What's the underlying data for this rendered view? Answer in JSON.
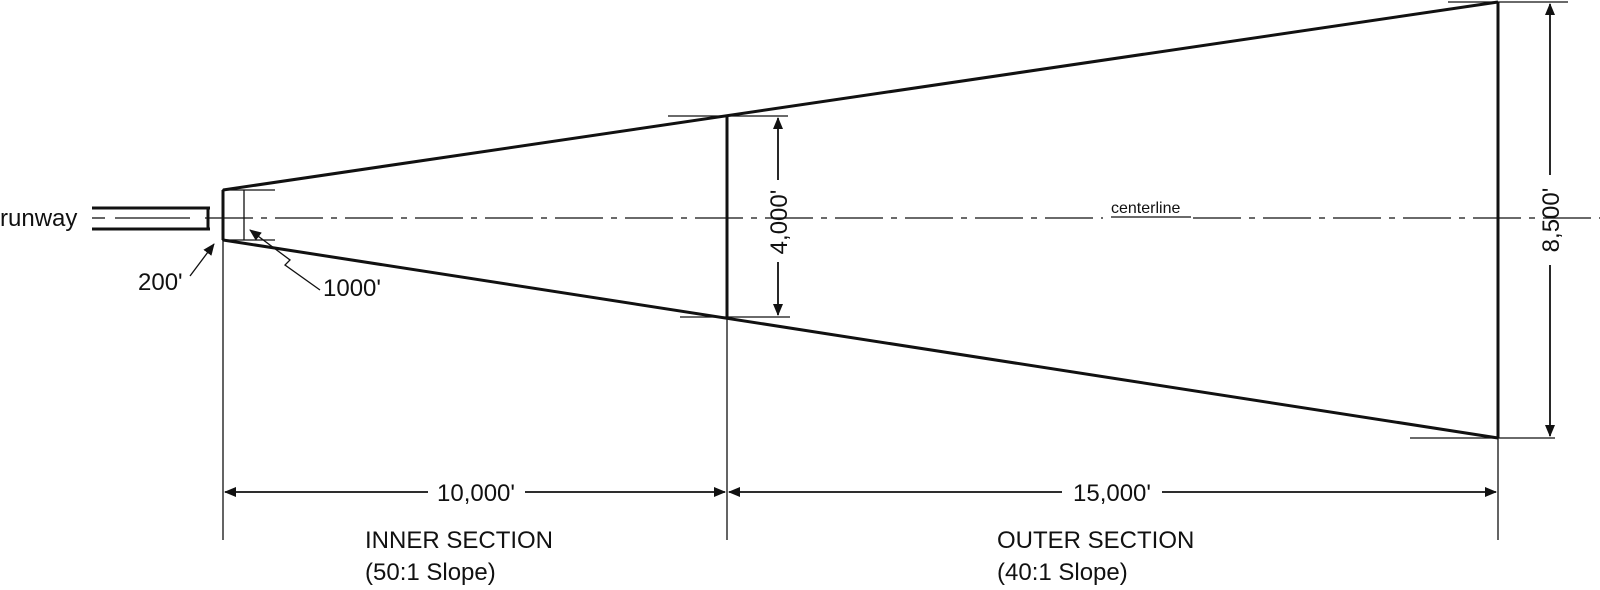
{
  "labels": {
    "runway": "runway",
    "centerline": "centerline",
    "width_200": "200'",
    "length_1000": "1000'",
    "inner_width": "4,000'",
    "outer_width": "8,500'",
    "inner_length": "10,000'",
    "outer_length": "15,000'"
  },
  "sections": {
    "inner": {
      "title": "INNER SECTION",
      "slope": "(50:1 Slope)"
    },
    "outer": {
      "title": "OUTER SECTION",
      "slope": "(40:1 Slope)"
    }
  },
  "colors": {
    "ink": "#111111",
    "background": "#ffffff"
  }
}
